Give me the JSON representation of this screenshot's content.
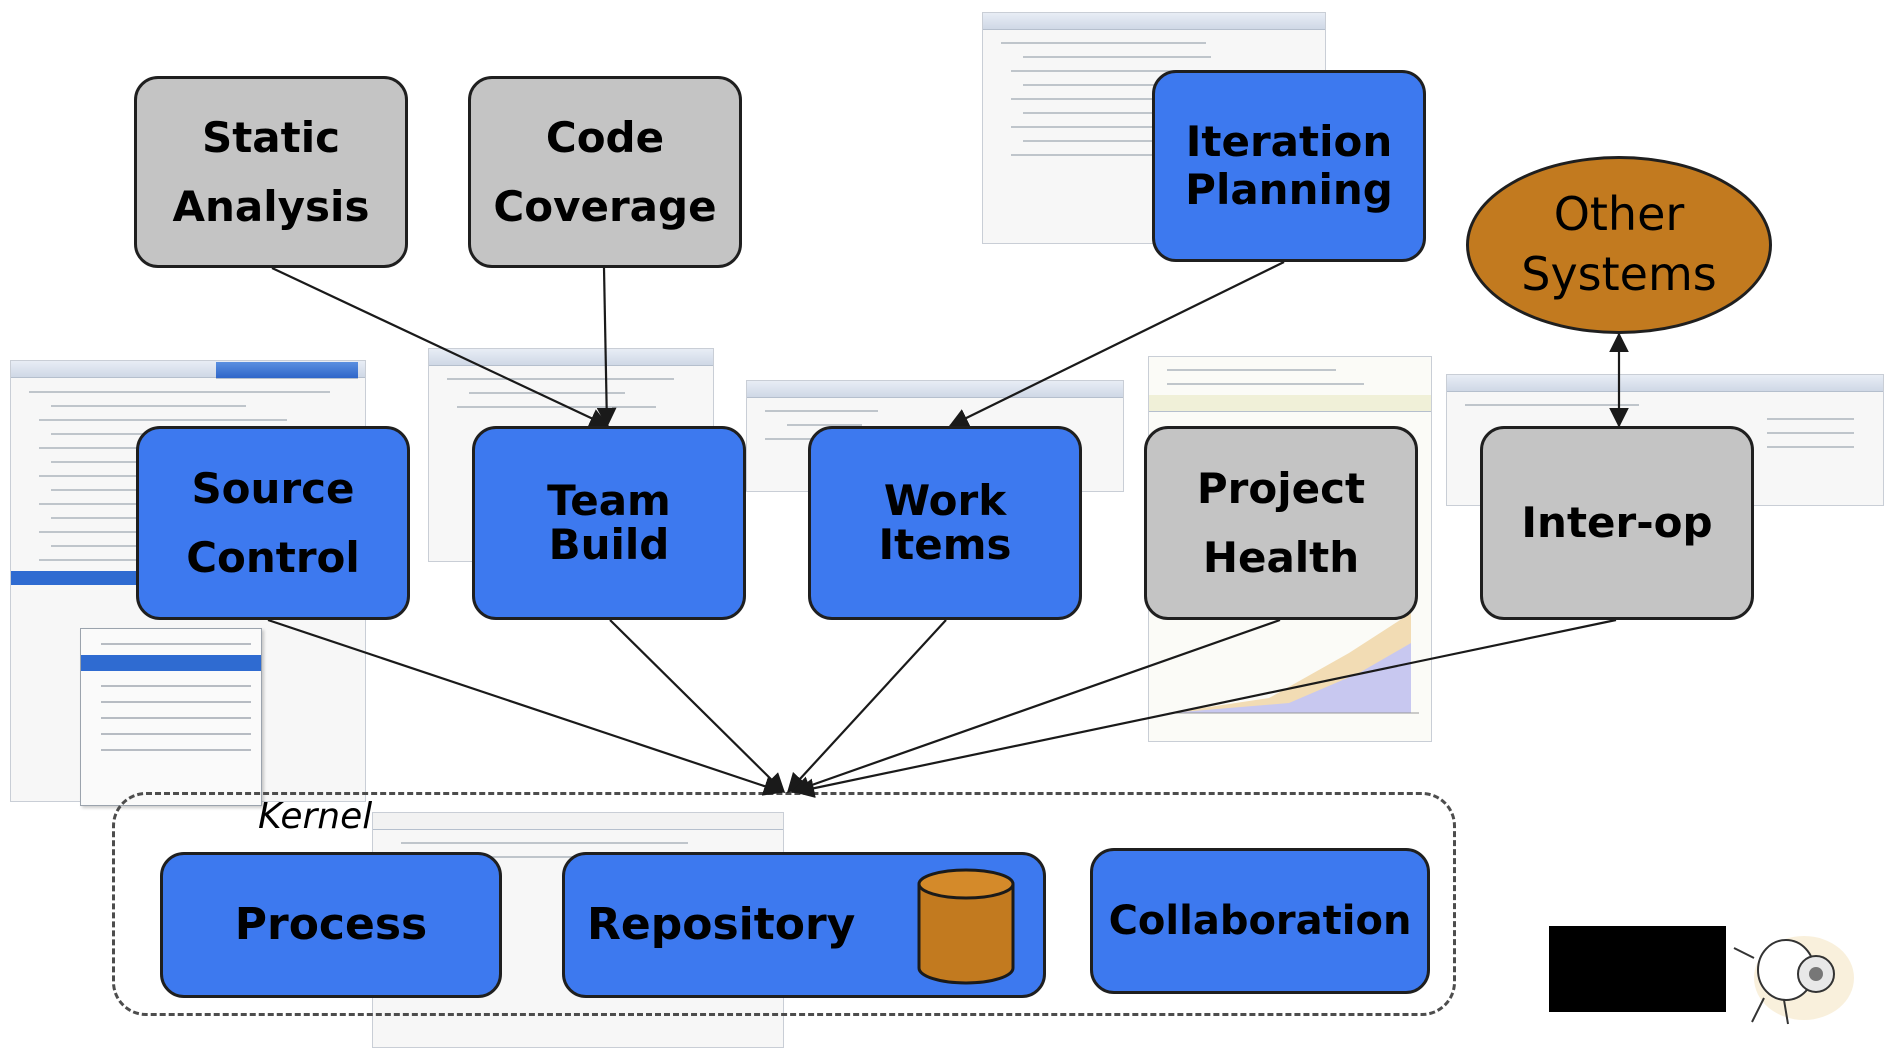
{
  "nodes": {
    "static_analysis": {
      "label": "Static\nAnalysis",
      "fill": "#c4c4c4"
    },
    "code_coverage": {
      "label": "Code\nCoverage",
      "fill": "#c4c4c4"
    },
    "iteration_planning": {
      "label": "Iteration\nPlanning",
      "fill": "#3d79ef"
    },
    "other_systems": {
      "label": "Other\nSystems",
      "fill": "#c27a1f"
    },
    "source_control": {
      "label": "Source\nControl",
      "fill": "#3d79ef"
    },
    "team_build": {
      "label": "Team\nBuild",
      "fill": "#3d79ef"
    },
    "work_items": {
      "label": "Work\nItems",
      "fill": "#3d79ef"
    },
    "project_health": {
      "label": "Project\nHealth",
      "fill": "#c4c4c4"
    },
    "inter_op": {
      "label": "Inter-op",
      "fill": "#c4c4c4"
    },
    "process": {
      "label": "Process",
      "fill": "#3d79ef"
    },
    "repository": {
      "label": "Repository",
      "fill": "#3d79ef"
    },
    "collaboration": {
      "label": "Collaboration",
      "fill": "#3d79ef"
    }
  },
  "kernel": {
    "label": "Kernel"
  },
  "icons": {
    "database": "database-cylinder-icon",
    "mascot": "mascot-graphic"
  },
  "colors": {
    "blue": "#3d79ef",
    "gray": "#c4c4c4",
    "orange": "#c27a1f",
    "edge": "#1a1a1a"
  },
  "edges": [
    {
      "from": "static_analysis",
      "to": "team_build"
    },
    {
      "from": "code_coverage",
      "to": "team_build"
    },
    {
      "from": "iteration_planning",
      "to": "work_items"
    },
    {
      "from": "inter_op",
      "to": "other_systems"
    },
    {
      "from": "source_control",
      "to": "kernel"
    },
    {
      "from": "team_build",
      "to": "kernel"
    },
    {
      "from": "work_items",
      "to": "kernel"
    },
    {
      "from": "project_health",
      "to": "kernel"
    },
    {
      "from": "inter_op",
      "to": "kernel"
    }
  ]
}
